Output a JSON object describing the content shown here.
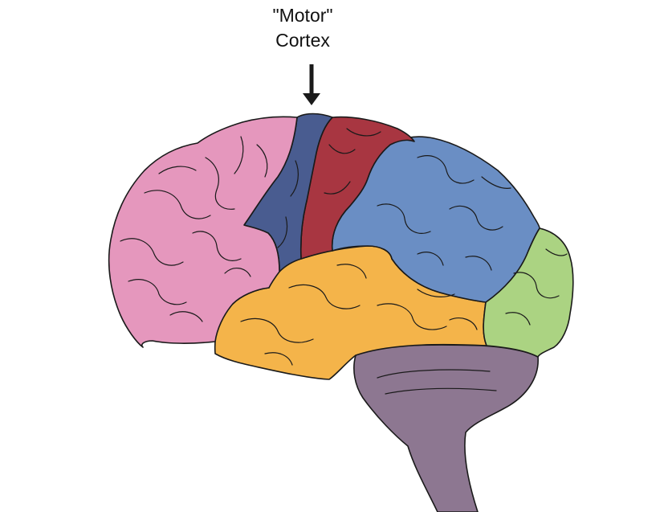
{
  "annotation": {
    "line1": "\"Motor\"",
    "line2": "Cortex"
  },
  "colors": {
    "frontal_lobe": "#e597bd",
    "motor_cortex": "#495c90",
    "somatosensory_cortex": "#a83641",
    "parietal_lobe": "#6a8ec4",
    "occipital_lobe": "#abd382",
    "temporal_lobe": "#f4b44a",
    "cerebellum_brainstem": "#8d7791",
    "outline": "#1a1a1a",
    "arrow": "#1a1a1a"
  },
  "regions": [
    {
      "name": "frontal-lobe-region",
      "color": "frontal_lobe"
    },
    {
      "name": "motor-cortex-region",
      "color": "motor_cortex"
    },
    {
      "name": "somatosensory-cortex-region",
      "color": "somatosensory_cortex"
    },
    {
      "name": "parietal-lobe-region",
      "color": "parietal_lobe"
    },
    {
      "name": "occipital-lobe-region",
      "color": "occipital_lobe"
    },
    {
      "name": "temporal-lobe-region",
      "color": "temporal_lobe"
    },
    {
      "name": "cerebellum-brainstem-region",
      "color": "cerebellum_brainstem"
    }
  ]
}
